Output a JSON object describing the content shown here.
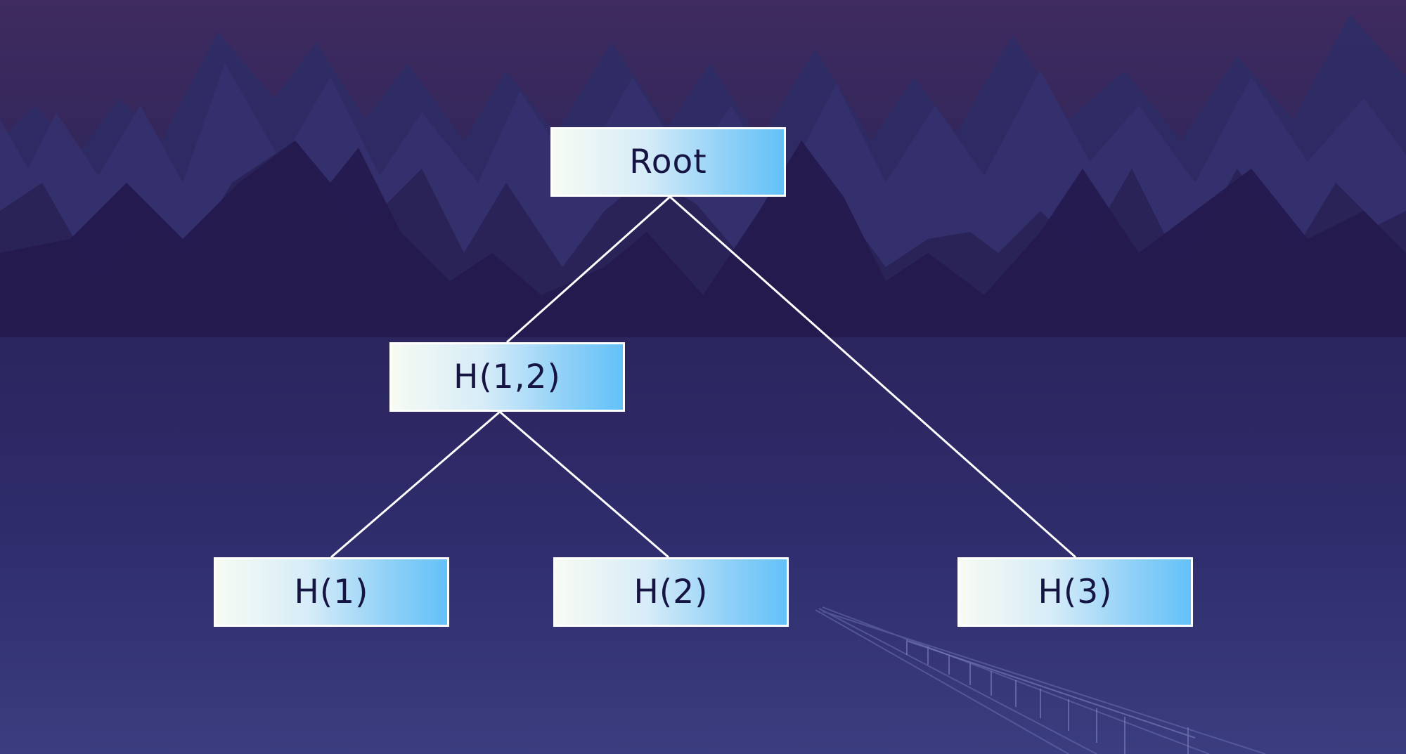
{
  "tree": {
    "root": {
      "label": "Root"
    },
    "h12": {
      "label": "H(1,2)"
    },
    "h1": {
      "label": "H(1)"
    },
    "h2": {
      "label": "H(2)"
    },
    "h3": {
      "label": "H(3)"
    }
  },
  "colors": {
    "background_top": "#3f2b5f",
    "background_bottom": "#3a3d7f",
    "edge": "#ffffff",
    "node_text": "#161443",
    "node_gradient_start": "#f7fbf3",
    "node_gradient_end": "#63c1f8"
  }
}
